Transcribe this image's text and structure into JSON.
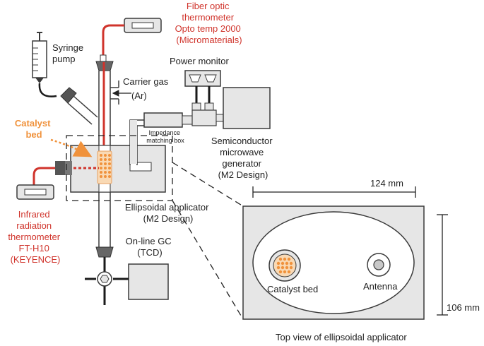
{
  "colors": {
    "red_label": "#d0342c",
    "catalyst_orange": "#f0923c",
    "gray_fill": "#e6e6e6",
    "line": "#3a3a3a"
  },
  "labels": {
    "fiber_optic": [
      "Fiber optic",
      "thermometer",
      "Opto temp 2000",
      "(Micromaterials)"
    ],
    "syringe_pump": [
      "Syringe",
      "pump"
    ],
    "catalyst_bed": [
      "Catalyst",
      "bed"
    ],
    "carrier_gas": [
      "Carrier gas",
      "(Ar)"
    ],
    "power_monitor": "Power monitor",
    "impedance_box": [
      "Impedance",
      "matching box"
    ],
    "microwave_generator": [
      "Semiconductor",
      "microwave",
      "generator",
      "(M2 Design)"
    ],
    "ellipsoidal_applicator": [
      "Ellipsoidal applicator",
      "(M2 Design)"
    ],
    "ir_thermometer": [
      "Infrared",
      "radiation",
      "thermometer",
      "FT-H10",
      "(KEYENCE)"
    ],
    "online_gc": [
      "On-line GC",
      "(TCD)"
    ],
    "width_dim": "124 mm",
    "height_dim": "106 mm",
    "top_catalyst_bed": "Catalyst bed",
    "top_antenna": "Antenna",
    "top_view_caption": "Top view of ellipsoidal applicator"
  }
}
